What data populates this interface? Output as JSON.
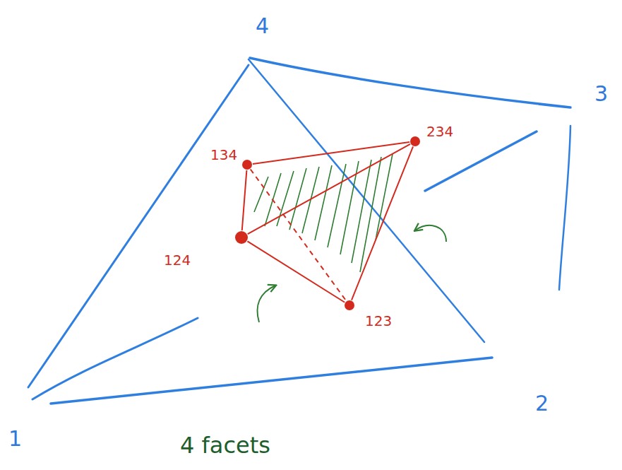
{
  "diagram": {
    "caption": "4 facets",
    "nodes": [
      {
        "text": [
          "234"
        ]
      },
      {
        "text": [
          "134"
        ]
      },
      {
        "text": [
          "124"
        ]
      },
      {
        "text": [
          "123"
        ]
      }
    ],
    "edges": [
      {
        "from": 1,
        "to": 0,
        "arrow": "none"
      },
      {
        "from": 1,
        "to": 2,
        "arrow": "none"
      },
      {
        "from": 2,
        "to": 0,
        "arrow": "none"
      },
      {
        "from": 0,
        "to": 3,
        "arrow": "none"
      },
      {
        "from": 2,
        "to": 3,
        "arrow": "none"
      },
      {
        "from": 1,
        "to": 3,
        "arrow": "none"
      }
    ],
    "labels": [
      "4",
      "3",
      "2",
      "1"
    ]
  }
}
